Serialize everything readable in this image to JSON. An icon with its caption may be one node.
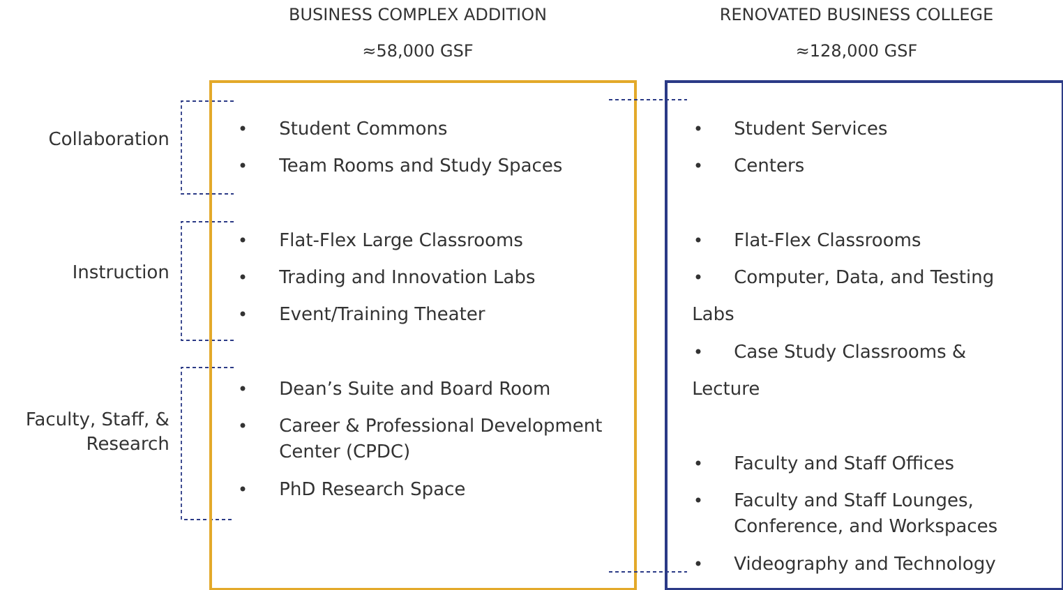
{
  "diagram": {
    "nodes": [
      {
        "text": [
          "BUSINESS COMPLEX ADDITION",
          "≈58,000 GSF",
          "Student Commons",
          "Team Rooms and Study Spaces",
          "Flat-Flex Large Classrooms",
          "Trading and Innovation Labs",
          "Event/Training Theater",
          "Dean’s Suite and Board Room",
          "Career & Professional Development Center (CPDC)",
          "PhD Research Space"
        ]
      },
      {
        "text": [
          "RENOVATED BUSINESS COLLEGE",
          "≈128,000 GSF",
          "Student Services",
          "Centers",
          "Flat-Flex Classrooms",
          "Computer, Data, and Testing Labs",
          "Case Study Classrooms & Lecture",
          "Faculty and Staff Offices",
          "Faculty and Staff Lounges, Conference, and Workspaces",
          "Videography and Technology"
        ]
      }
    ],
    "edges": [
      {
        "from": 0,
        "to": 1,
        "arrow": "none",
        "style": "dashed"
      },
      {
        "from": 0,
        "to": 1,
        "arrow": "none",
        "style": "dashed"
      }
    ],
    "labels": [
      "Collaboration",
      "Instruction",
      "Faculty, Staff, & Research"
    ]
  }
}
